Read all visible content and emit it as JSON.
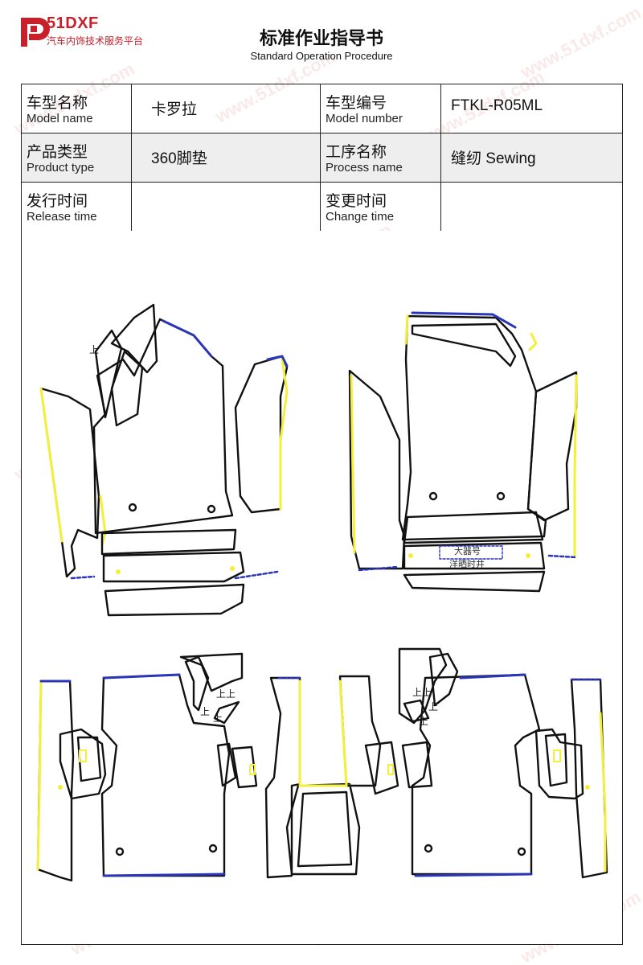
{
  "header": {
    "brand": "51DXF",
    "brand_sub": "汽车内饰技术服务平台",
    "title": "标准作业指导书",
    "subtitle": "Standard Operation Procedure"
  },
  "info_table": {
    "model_name_zh": "车型名称",
    "model_name_en": "Model name",
    "model_name_value": "卡罗拉",
    "model_number_zh": "车型编号",
    "model_number_en": "Model number",
    "model_number_value": "FTKL-R05ML",
    "product_type_zh": "产品类型",
    "product_type_en": "Product type",
    "product_type_value": "360脚垫",
    "process_name_zh": "工序名称",
    "process_name_en": "Process name",
    "process_name_value": "缝纫 Sewing",
    "release_time_zh": "发行时间",
    "release_time_en": "Release time",
    "release_time_value": "",
    "change_time_zh": "变更时间",
    "change_time_en": "Change time",
    "change_time_value": ""
  },
  "drawing": {
    "mark_up": "上",
    "note_line1": "大器号",
    "note_line2": "洋晒时井"
  },
  "watermark": "www.51dxf.com",
  "colors": {
    "brand": "#c8202a",
    "outline": "#111111",
    "edge_yellow": "#f3ef3a",
    "edge_blue": "#2a35b8",
    "shade": "#eeeeee"
  }
}
